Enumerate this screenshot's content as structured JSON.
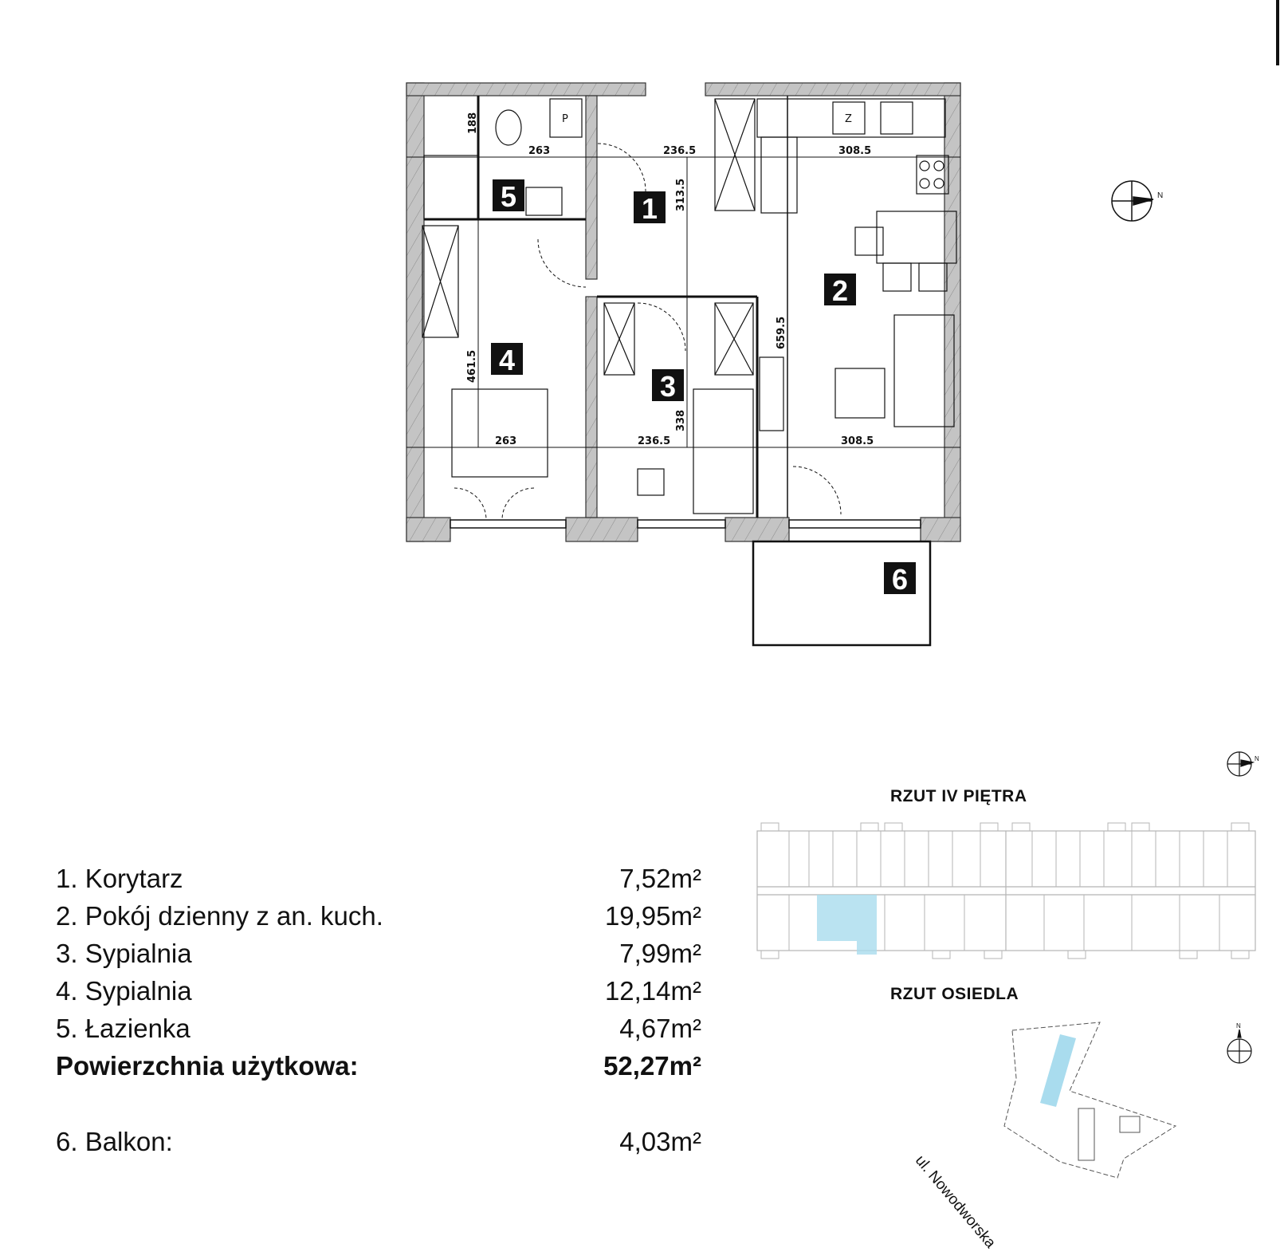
{
  "rooms": [
    {
      "number": "1"
    },
    {
      "number": "2"
    },
    {
      "number": "3"
    },
    {
      "number": "4"
    },
    {
      "number": "5"
    },
    {
      "number": "6"
    }
  ],
  "dimensions": {
    "d1": "263",
    "d2": "236.5",
    "d3": "308.5",
    "d4": "188",
    "d5": "313.5",
    "d6": "461.5",
    "d7": "659.5",
    "d8": "338",
    "d9": "263",
    "d10": "236.5",
    "d11": "308.5"
  },
  "appliance_labels": {
    "p": "P",
    "z": "Z"
  },
  "compass_letter": "N",
  "floor_plan_title": "RZUT IV PIĘTRA",
  "estate_plan_title": "RZUT OSIEDLA",
  "street_label": "ul. Nowodworska",
  "legend": [
    {
      "label": "1. Korytarz",
      "value": "7,52m²"
    },
    {
      "label": "2. Pokój dzienny z an. kuch.",
      "value": "19,95m²"
    },
    {
      "label": "3. Sypialnia",
      "value": "7,99m²"
    },
    {
      "label": "4. Sypialnia",
      "value": "12,14m²"
    },
    {
      "label": "5. Łazienka",
      "value": "4,67m²"
    }
  ],
  "total": {
    "label": "Powierzchnia użytkowa:",
    "value": "52,27m²"
  },
  "balcony": {
    "label": "6. Balkon:",
    "value": "4,03m²"
  },
  "colors": {
    "highlight": "#a9dcee",
    "ink": "#111111",
    "wall_fill": "#b3b3b3"
  }
}
